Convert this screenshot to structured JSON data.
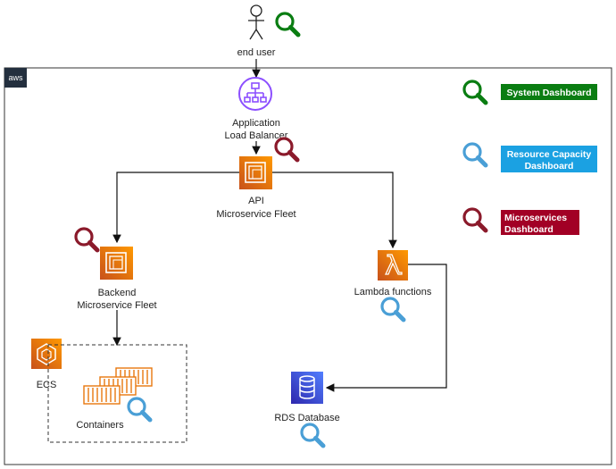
{
  "badge": "aws",
  "nodes": {
    "user": {
      "label": "end user"
    },
    "alb": {
      "line1": "Application",
      "line2": "Load Balancer"
    },
    "api": {
      "line1": "API",
      "line2": "Microservice Fleet"
    },
    "backend": {
      "line1": "Backend",
      "line2": "Microservice Fleet"
    },
    "lambda": {
      "label": "Lambda functions"
    },
    "ecs": {
      "label": "ECS"
    },
    "containers": {
      "label": "Containers"
    },
    "rds": {
      "label": "RDS Database"
    }
  },
  "legend": [
    {
      "line1": "System Dashboard",
      "line2": "",
      "color": "#0a7d12"
    },
    {
      "line1": "Resource Capacity",
      "line2": "Dashboard",
      "color": "#1ba1e2"
    },
    {
      "line1": "Microservices",
      "line2": "Dashboard",
      "color": "#a20025"
    }
  ],
  "colors": {
    "system": "#0a7d12",
    "resource": "#4a9fd6",
    "micro": "#8b1a2b",
    "compute": "#e8770e",
    "alb_purple": "#8c4fff",
    "rds_blue": "#2e4fbf"
  }
}
